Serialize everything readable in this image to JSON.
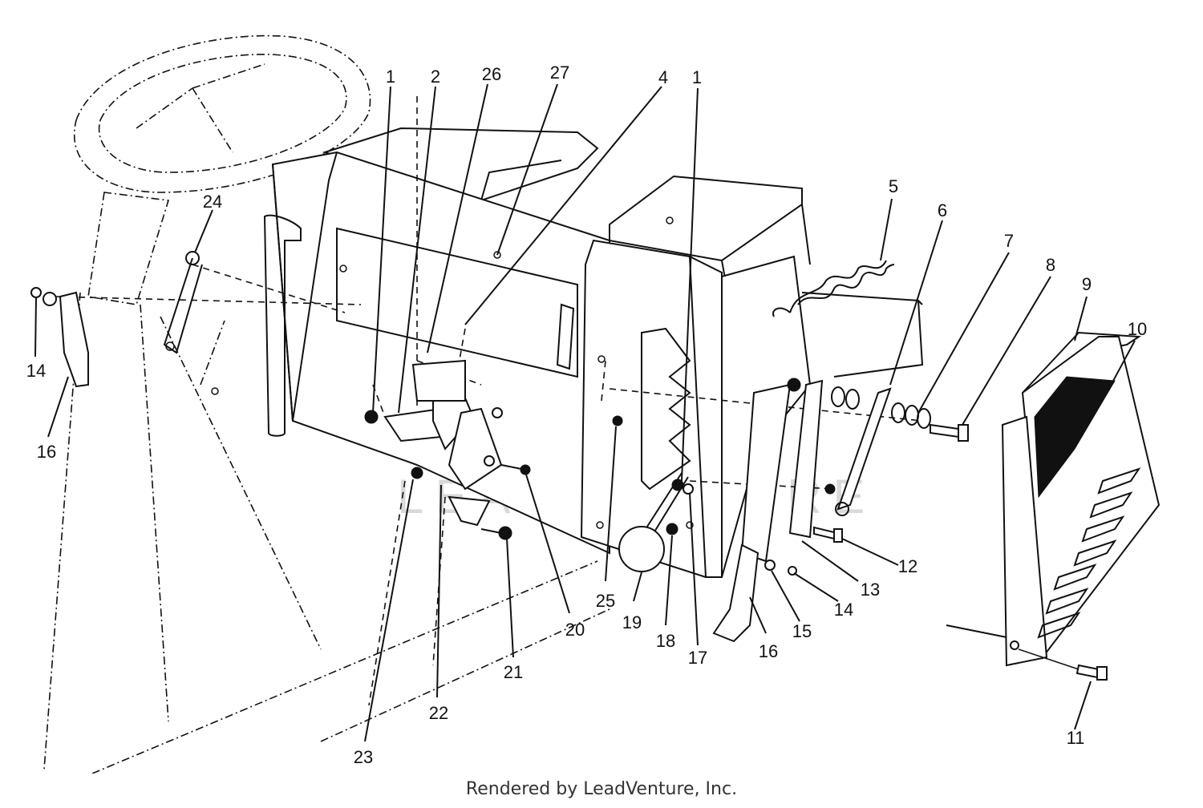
{
  "diagram": {
    "callouts": [
      {
        "id": "c1a",
        "text": "1"
      },
      {
        "id": "c2",
        "text": "2"
      },
      {
        "id": "c26",
        "text": "26"
      },
      {
        "id": "c27",
        "text": "27"
      },
      {
        "id": "c4",
        "text": "4"
      },
      {
        "id": "c1b",
        "text": "1"
      },
      {
        "id": "c24",
        "text": "24"
      },
      {
        "id": "c5",
        "text": "5"
      },
      {
        "id": "c6",
        "text": "6"
      },
      {
        "id": "c7",
        "text": "7"
      },
      {
        "id": "c8",
        "text": "8"
      },
      {
        "id": "c9",
        "text": "9"
      },
      {
        "id": "c10",
        "text": "10"
      },
      {
        "id": "c14a",
        "text": "14"
      },
      {
        "id": "c16a",
        "text": "16"
      },
      {
        "id": "c12",
        "text": "12"
      },
      {
        "id": "c13",
        "text": "13"
      },
      {
        "id": "c14b",
        "text": "14"
      },
      {
        "id": "c15",
        "text": "15"
      },
      {
        "id": "c16b",
        "text": "16"
      },
      {
        "id": "c17",
        "text": "17"
      },
      {
        "id": "c18",
        "text": "18"
      },
      {
        "id": "c19",
        "text": "19"
      },
      {
        "id": "c25",
        "text": "25"
      },
      {
        "id": "c20",
        "text": "20"
      },
      {
        "id": "c21",
        "text": "21"
      },
      {
        "id": "c22",
        "text": "22"
      },
      {
        "id": "c23",
        "text": "23"
      },
      {
        "id": "c11",
        "text": "11"
      }
    ],
    "watermark": "LEADVENTURE"
  },
  "footer": {
    "credit": "Rendered by LeadVenture, Inc."
  },
  "colors": {
    "ink": "#111111",
    "paper": "#ffffff",
    "watermark": "#d9d9d9"
  }
}
